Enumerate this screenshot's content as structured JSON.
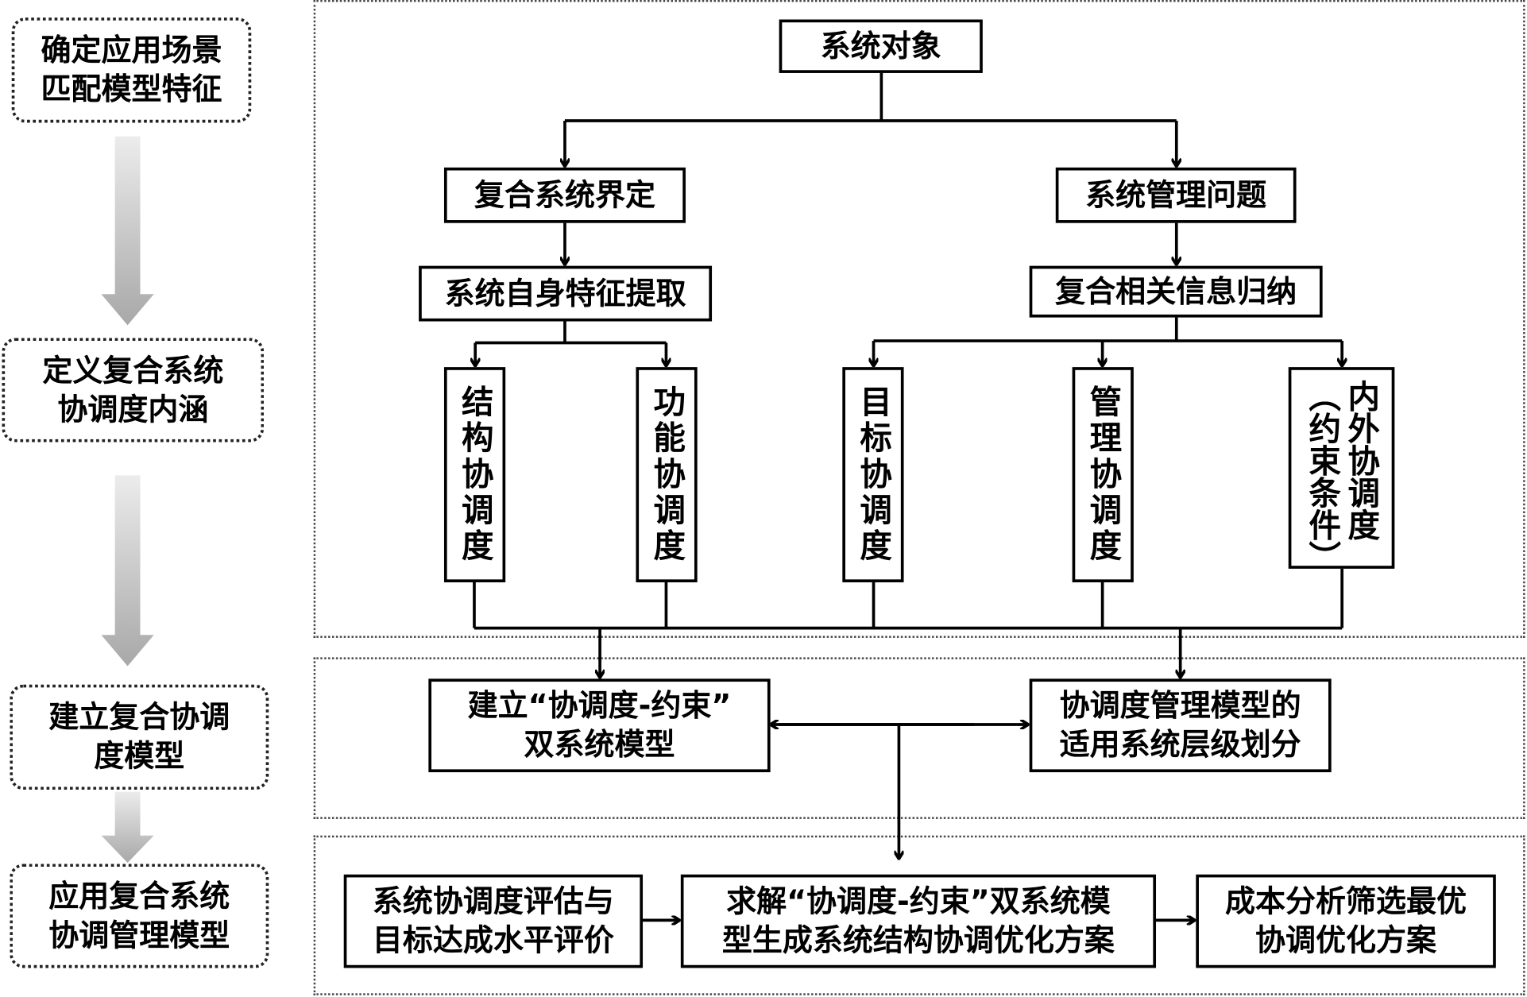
{
  "steps": [
    {
      "line1": "确定应用场景",
      "line2": "匹配模型特征"
    },
    {
      "line1": "定义复合系统",
      "line2": "协调度内涵"
    },
    {
      "line1": "建立复合协调",
      "line2": "度模型"
    },
    {
      "line1": "应用复合系统",
      "line2": "协调管理模型"
    }
  ],
  "top": "系统对象",
  "left_branch": {
    "level1": "复合系统界定",
    "level2": "系统自身特征提取"
  },
  "right_branch": {
    "level1": "系统管理问题",
    "level2": "复合相关信息归纳"
  },
  "dimensions": [
    "结构协调度",
    "功能协调度",
    "目标协调度",
    "管理协调度"
  ],
  "last_dimension": {
    "main": "内外协调度",
    "note": "（约束条件）"
  },
  "model": {
    "left": {
      "line1": "建立“协调度-约束”",
      "line2": "双系统模型"
    },
    "right": {
      "line1": "协调度管理模型的",
      "line2": "适用系统层级划分"
    }
  },
  "application": [
    {
      "line1": "系统协调度评估与",
      "line2": "目标达成水平评价"
    },
    {
      "line1": "求解“协调度-约束”双系统模",
      "line2": "型生成系统结构协调优化方案"
    },
    {
      "line1": "成本分析筛选最优",
      "line2": "协调优化方案"
    }
  ],
  "colors": {
    "arrow_gray_top": "#ececec",
    "arrow_gray_bottom": "#a8a8a8"
  }
}
